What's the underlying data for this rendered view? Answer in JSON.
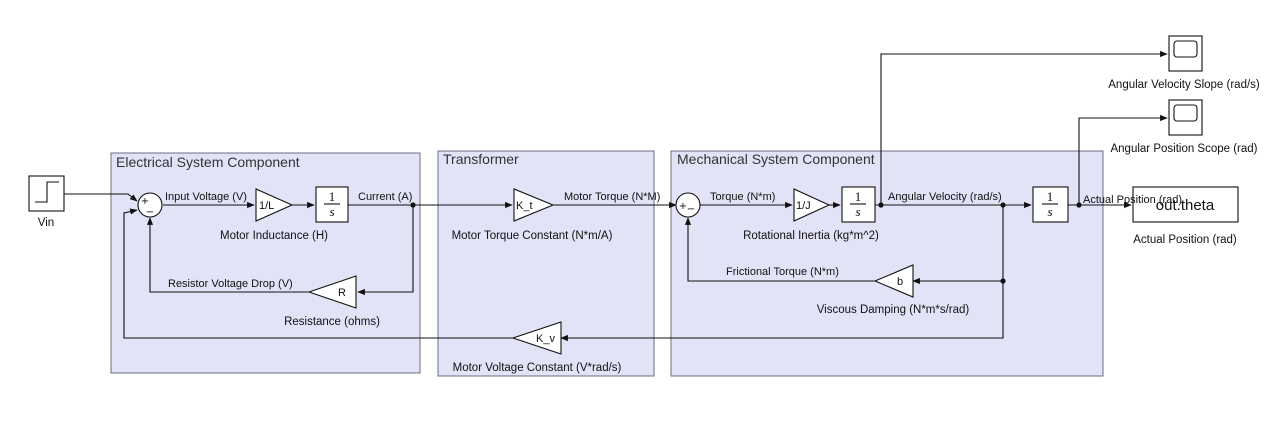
{
  "areas": {
    "electrical": "Electrical System Component",
    "transformer": "Transformer",
    "mechanical": "Mechanical System Component"
  },
  "blocks": {
    "vin": "Vin",
    "motor_inductance": {
      "text": "1/L",
      "label": "Motor Inductance (H)"
    },
    "integrator": {
      "num": "1",
      "den": "s"
    },
    "resistance": {
      "text": "R",
      "label": "Resistance (ohms)"
    },
    "torque_constant": {
      "text": "K_t",
      "label": "Motor Torque Constant (N*m/A)"
    },
    "rotational_inertia": {
      "text": "1/J",
      "label": "Rotational Inertia (kg*m^2)"
    },
    "viscous_damping": {
      "text": "b",
      "label": "Viscous Damping (N*m*s/rad)"
    },
    "voltage_constant": {
      "text": "K_v",
      "label": "Motor Voltage Constant (V*rad/s)"
    },
    "velocity_scope": "Angular Velocity Slope (rad/s)",
    "position_scope": "Angular Position Scope (rad)",
    "to_workspace": {
      "text": "out.theta",
      "label": "Actual Position (rad)"
    },
    "sum_signs": {
      "plus": "+",
      "minus": "−"
    }
  },
  "signals": {
    "input_voltage": "Input Voltage (V)",
    "current": "Current (A)",
    "resistor_drop": "Resistor Voltage Drop (V)",
    "motor_torque": "Motor Torque (N*M)",
    "torque": "Torque (N*m)",
    "angular_velocity": "Angular Velocity (rad/s)",
    "frictional_torque": "Frictional Torque (N*m)",
    "actual_position": "Actual Position (rad)"
  }
}
